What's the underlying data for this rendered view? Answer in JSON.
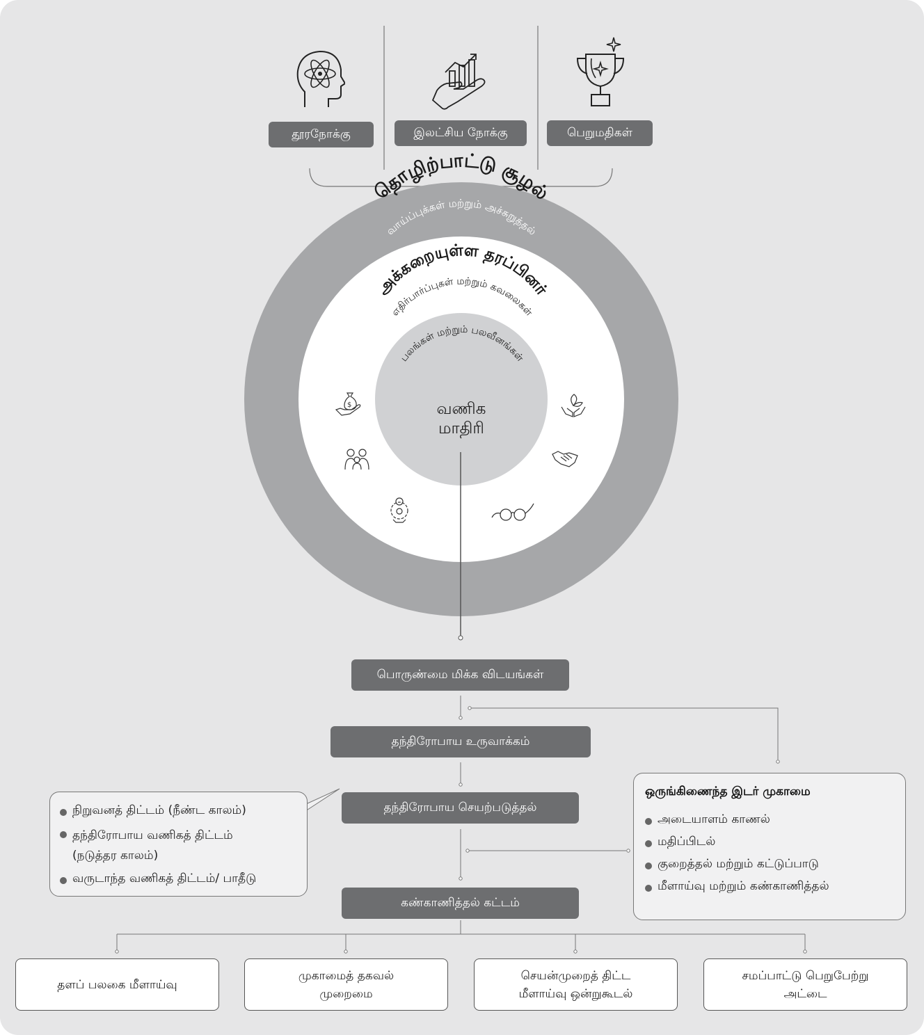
{
  "top_labels": {
    "vision": "தூரநோக்கு",
    "mission": "இலட்சிய நோக்கு",
    "values": "பெறுமதிகள்"
  },
  "rings": {
    "outer_title": "தொழிற்பாட்டு சூழல்",
    "outer_sub": "வாய்ப்புக்கள் மற்றும் அச்சுறுத்தல்",
    "middle_title": "அக்கறையுள்ள தரப்பினர்",
    "middle_sub": "எதிர்பார்ப்புகள் மற்றும் கவலைகள்",
    "inner_arc": "பலங்கள் மற்றும் பலவீனங்கள்",
    "core_line1": "வணிக",
    "core_line2": "மாதிரி"
  },
  "flow": {
    "material": "பொருண்மை மிக்க விடயங்கள்",
    "formulation": "தந்திரோபாய உருவாக்கம்",
    "implementation": "தந்திரோபாய செயற்படுத்தல்",
    "monitoring": "கண்காணித்தல் கட்டம்"
  },
  "plans": [
    "நிறுவனத் திட்டம் (நீண்ட காலம்)",
    "தந்திரோபாய வணிகத் திட்டம் (நடுத்தர காலம்)",
    "வருடாந்த வணிகத் திட்டம்/ பாதீடு"
  ],
  "risk": {
    "title": "ஒருங்கிணைந்த இடர் முகாமை",
    "items": [
      "அடையாளம் காணல்",
      "மதிப்பிடல்",
      "குறைத்தல் மற்றும் கட்டுப்பாடு",
      "மீளாய்வு மற்றும் கண்காணித்தல்"
    ]
  },
  "bottom": {
    "b1": "தளப் பலகை மீளாய்வு",
    "b2_l1": "முகாமைத் தகவல்",
    "b2_l2": "முறைமை",
    "b3_l1": "செயன்முறைத் திட்ட",
    "b3_l2": "மீளாய்வு ஒன்றுகூடல்",
    "b4_l1": "சமப்பாட்டு பெறுபேற்று",
    "b4_l2": "அட்டை"
  },
  "colors": {
    "background": "#e6e6e7",
    "outer_ring": "#a6a7a9",
    "inner_core": "#d0d1d3",
    "pill": "#6d6e70"
  }
}
